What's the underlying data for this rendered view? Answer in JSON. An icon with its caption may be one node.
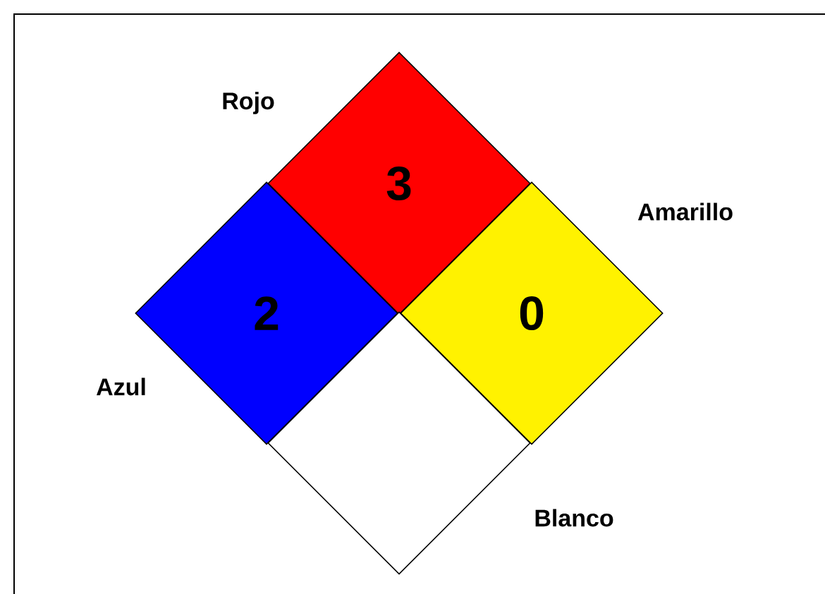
{
  "diagram": {
    "nodes": [
      {
        "text": [
          "3"
        ],
        "beside": [
          "Rojo"
        ]
      },
      {
        "text": [
          "2"
        ],
        "beside": [
          "Azul"
        ]
      },
      {
        "text": [
          "0"
        ],
        "beside": [
          "Amarillo"
        ]
      },
      {
        "text": [],
        "shape": "diamond",
        "beside": [
          "Blanco"
        ]
      }
    ]
  }
}
